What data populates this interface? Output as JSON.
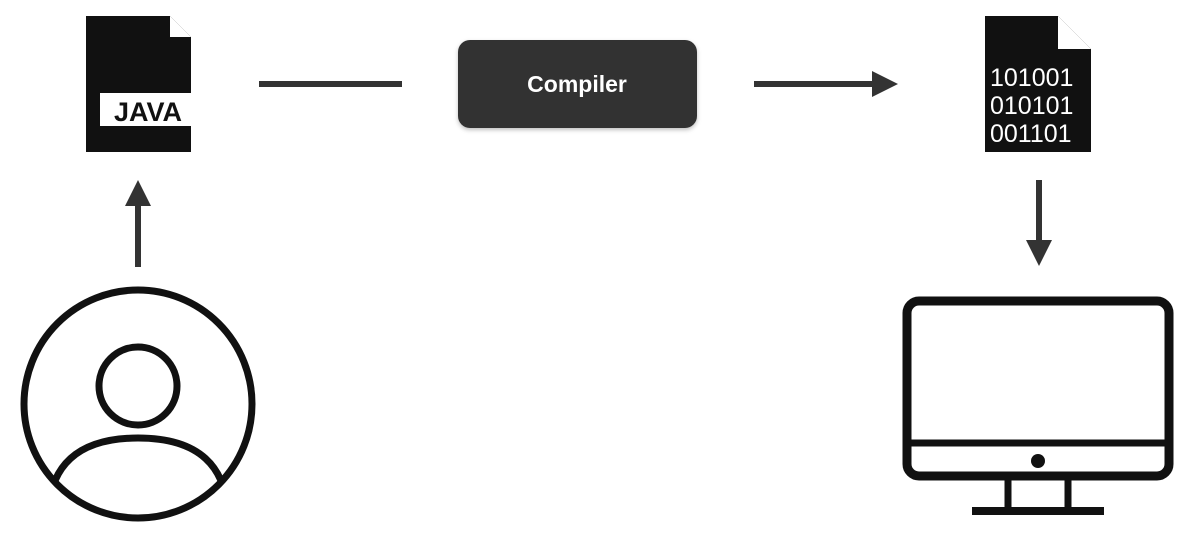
{
  "source_file": {
    "icon": "java-file-icon",
    "badge": "JAVA"
  },
  "compiler": {
    "label": "Compiler"
  },
  "binary_file": {
    "icon": "binary-file-icon",
    "lines": [
      "101001",
      "010101",
      "001101"
    ]
  },
  "user": {
    "icon": "user-avatar-icon"
  },
  "computer": {
    "icon": "desktop-computer-icon"
  },
  "colors": {
    "ink": "#111111",
    "stroke": "#333333",
    "compiler_box": "#333333",
    "background": "#ffffff"
  }
}
